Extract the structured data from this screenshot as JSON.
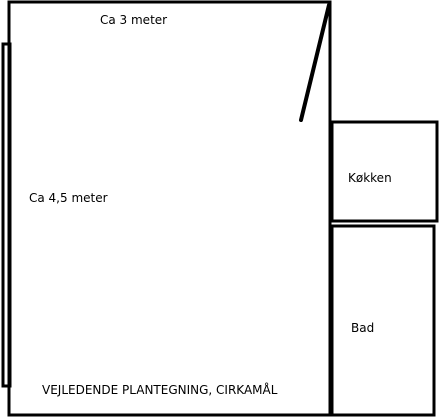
{
  "labels": {
    "width": "Ca 3 meter",
    "length": "Ca 4,5 meter",
    "kitchen": "Køkken",
    "bathroom": "Bad",
    "caption": "VEJLEDENDE PLANTEGNING, CIRKAMÅL"
  },
  "colors": {
    "line": "#000000",
    "background": "#ffffff"
  }
}
